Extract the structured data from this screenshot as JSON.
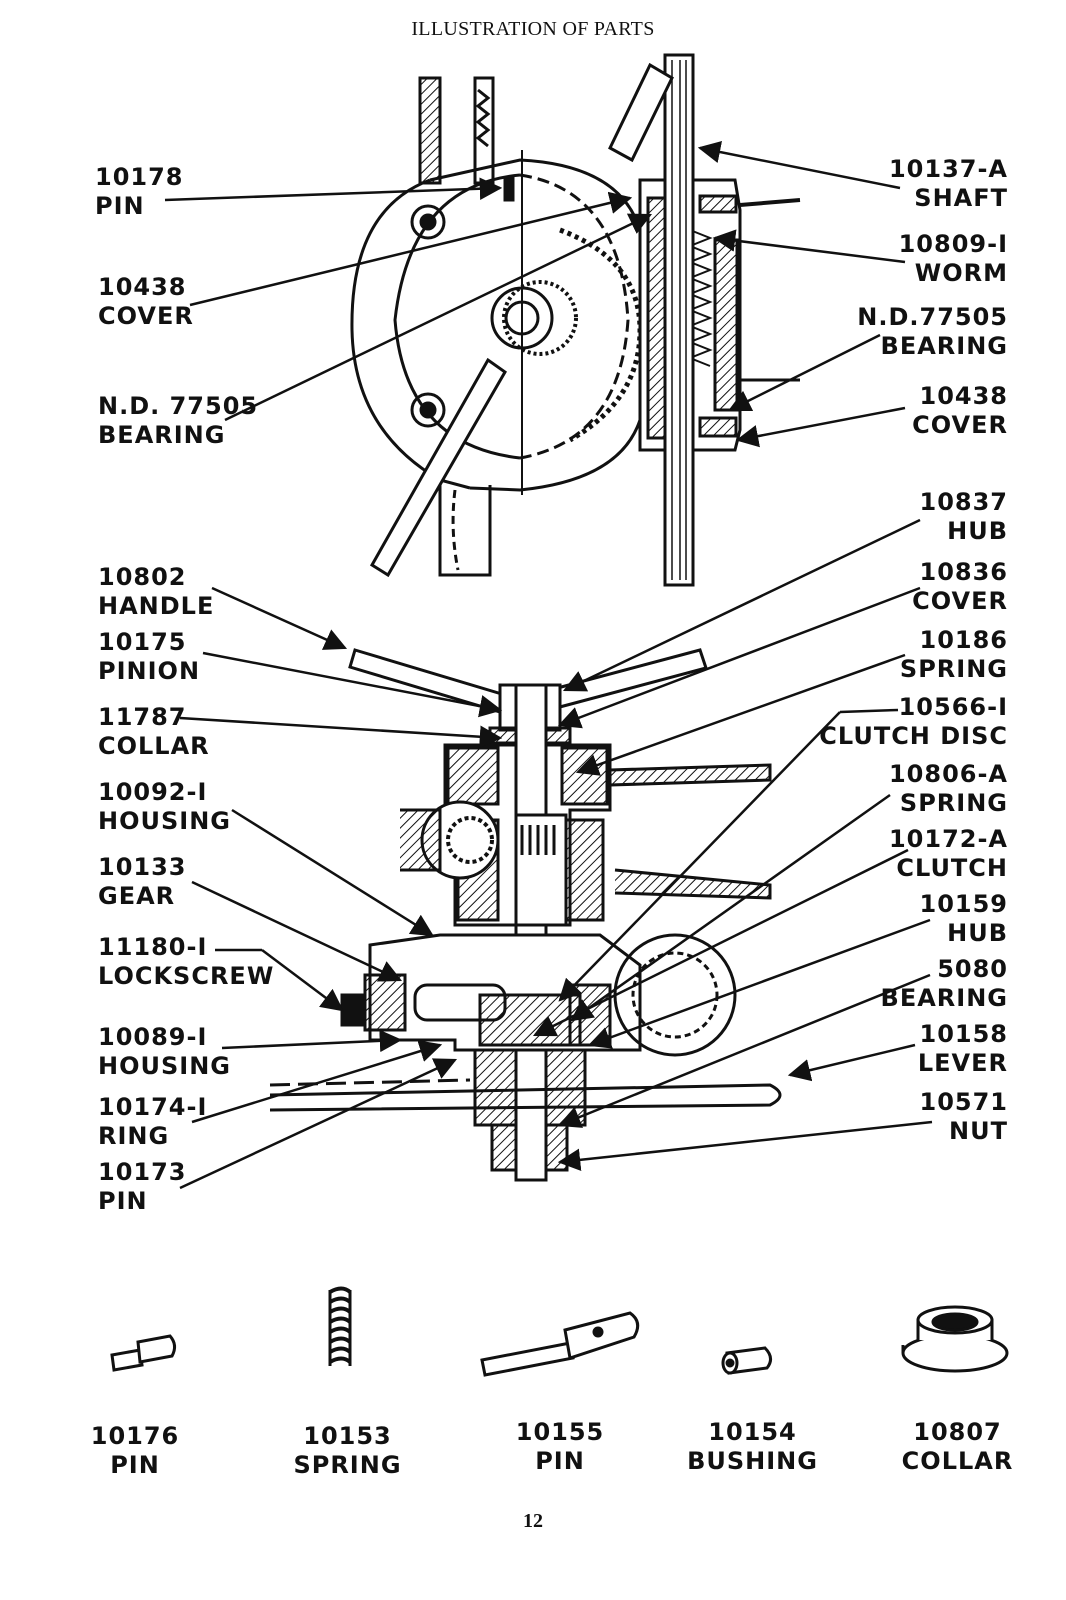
{
  "title": "ILLUSTRATION OF PARTS",
  "page_number": "12",
  "upper_view": {
    "left": [
      {
        "number": "10178",
        "name": "PIN"
      },
      {
        "number": "10438",
        "name": "COVER"
      },
      {
        "number": "N.D. 77505",
        "name": "BEARING"
      }
    ],
    "right": [
      {
        "number": "10137-A",
        "name": "SHAFT"
      },
      {
        "number": "10809-I",
        "name": "WORM"
      },
      {
        "number": "N.D.77505",
        "name": "BEARING"
      },
      {
        "number": "10438",
        "name": "COVER"
      }
    ]
  },
  "lower_view": {
    "left": [
      {
        "number": "10802",
        "name": "HANDLE"
      },
      {
        "number": "10175",
        "name": "PINION"
      },
      {
        "number": "11787",
        "name": "COLLAR"
      },
      {
        "number": "10092-I",
        "name": "HOUSING"
      },
      {
        "number": "10133",
        "name": "GEAR"
      },
      {
        "number": "11180-I",
        "name": "LOCKSCREW"
      },
      {
        "number": "10089-I",
        "name": "HOUSING"
      },
      {
        "number": "10174-I",
        "name": "RING"
      },
      {
        "number": "10173",
        "name": "PIN"
      }
    ],
    "right": [
      {
        "number": "10837",
        "name": "HUB"
      },
      {
        "number": "10836",
        "name": "COVER"
      },
      {
        "number": "10186",
        "name": "SPRING"
      },
      {
        "number": "10566-I",
        "name": "CLUTCH DISC"
      },
      {
        "number": "10806-A",
        "name": "SPRING"
      },
      {
        "number": "10172-A",
        "name": "CLUTCH"
      },
      {
        "number": "10159",
        "name": "HUB"
      },
      {
        "number": "5080",
        "name": "BEARING"
      },
      {
        "number": "10158",
        "name": "LEVER"
      },
      {
        "number": "10571",
        "name": "NUT"
      }
    ]
  },
  "loose_parts": [
    {
      "number": "10176",
      "name": "PIN"
    },
    {
      "number": "10153",
      "name": "SPRING"
    },
    {
      "number": "10155",
      "name": "PIN"
    },
    {
      "number": "10154",
      "name": "BUSHING"
    },
    {
      "number": "10807",
      "name": "COLLAR"
    }
  ]
}
